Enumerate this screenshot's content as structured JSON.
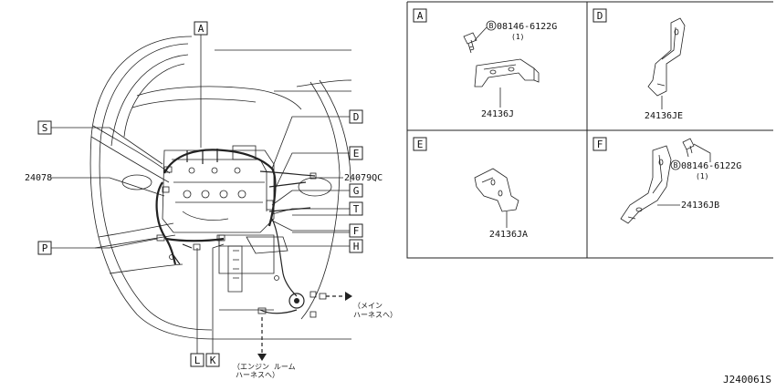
{
  "callouts": [
    "A",
    "S",
    "D",
    "E",
    "G",
    "T",
    "F",
    "H",
    "P",
    "L",
    "K"
  ],
  "part_numbers": {
    "harness_main": "24078",
    "harness_sub": "24079QC",
    "bracket_a": "24136J",
    "bracket_d": "24136JE",
    "bracket_e": "24136JA",
    "bracket_f": "24136JB"
  },
  "bolt": {
    "symbol": "B",
    "part": "08146-6122G",
    "qty": "(1)"
  },
  "arrows": {
    "main_harness_line1": "（メイン",
    "main_harness_line2": "ハーネスへ）",
    "engine_room_line1": "（エンジン ルーム",
    "engine_room_line2": "ハーネスへ）"
  },
  "panels": [
    {
      "id": "A"
    },
    {
      "id": "D"
    },
    {
      "id": "E"
    },
    {
      "id": "F"
    }
  ],
  "diagram_code": "J240061S"
}
